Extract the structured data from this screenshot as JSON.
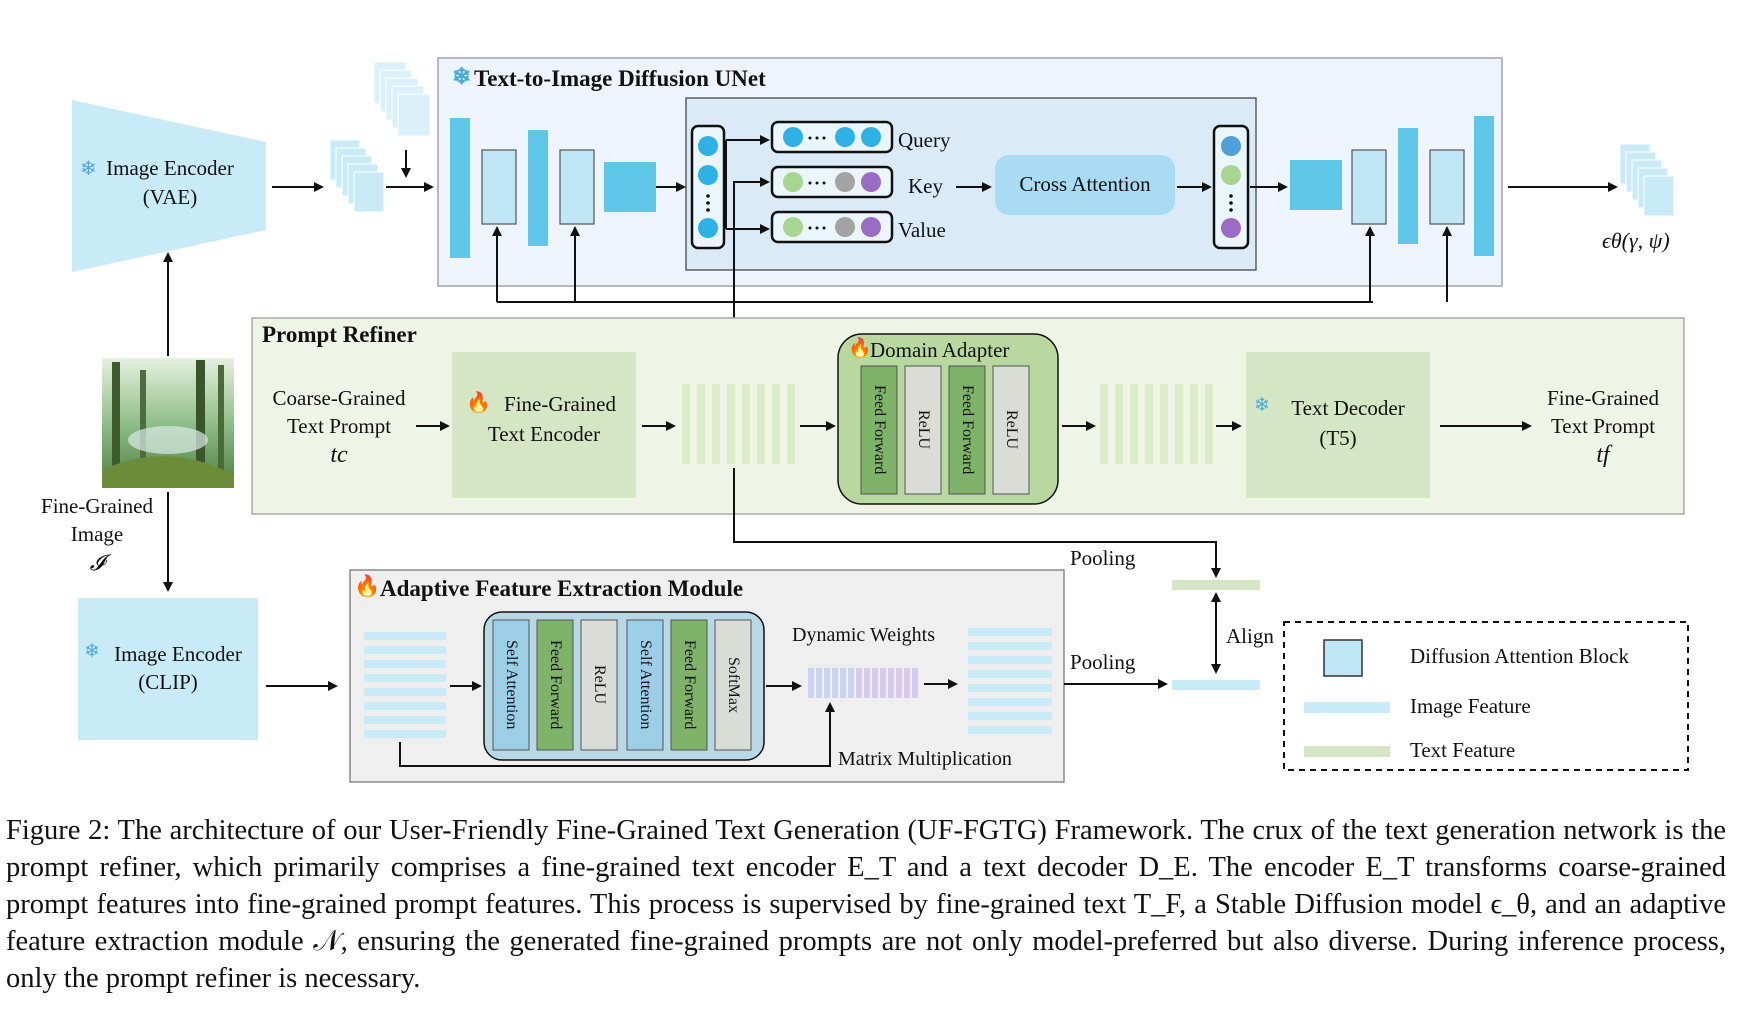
{
  "unet": {
    "title": "Text-to-Image Diffusion UNet",
    "query": "Query",
    "key": "Key",
    "value": "Value",
    "cross_attention": "Cross Attention",
    "output_label": "ϵθ(γ, ψ)"
  },
  "vae": {
    "line1": "Image Encoder",
    "line2": "(VAE)"
  },
  "clip": {
    "line1": "Image Encoder",
    "line2": "(CLIP)"
  },
  "image": {
    "line1": "Fine-Grained",
    "line2": "Image",
    "symbol": "𝓘"
  },
  "prompt_refiner": {
    "title": "Prompt Refiner",
    "input_line1": "Coarse-Grained",
    "input_line2": "Text Prompt",
    "input_symbol": "tc",
    "encoder_line1": "Fine-Grained",
    "encoder_line2": "Text Encoder",
    "adapter_title": "Domain Adapter",
    "adapter_layers": [
      "Feed Forward",
      "ReLU",
      "Feed Forward",
      "ReLU"
    ],
    "decoder_line1": "Text Decoder",
    "decoder_line2": "(T5)",
    "output_line1": "Fine-Grained",
    "output_line2": "Text Prompt",
    "output_symbol": "tf"
  },
  "afem": {
    "title": "Adaptive Feature Extraction Module",
    "layers": [
      "Self Attention",
      "Feed Forward",
      "ReLU",
      "Self Attention",
      "Feed Forward",
      "SoftMax"
    ],
    "dynamic_weights": "Dynamic Weights",
    "matrix_mult": "Matrix Multiplication"
  },
  "pooling_top": "Pooling",
  "pooling_bottom": "Pooling",
  "align": "Align",
  "legend": {
    "items": [
      "Diffusion Attention Block",
      "Image Feature",
      "Text Feature"
    ]
  },
  "caption": {
    "text": "Figure 2: The architecture of our User-Friendly Fine-Grained Text Generation (UF-FGTG) Framework. The crux of the text generation network is the prompt refiner, which primarily comprises a fine-grained text encoder E_T and a text decoder D_E. The encoder E_T transforms coarse-grained prompt features into fine-grained prompt features. This process is supervised by fine-grained text T_F, a Stable Diffusion model ϵ_θ, and an adaptive feature extraction module 𝒩, ensuring the generated fine-grained prompts are not only model-preferred but also diverse. During inference process, only the prompt refiner is necessary."
  },
  "colors": {
    "diffusion_block": "#bfe6f5",
    "diffusion_bar": "#5fc8e8",
    "text_panel": "#eef5e6",
    "text_block": "#d4e6c3",
    "ff_green": "#7fb36a",
    "relu_gray": "#d9ddd6",
    "sa_blue": "#9ccfe6",
    "unet_panel": "#eef4fb",
    "afem_panel": "#efefef"
  }
}
